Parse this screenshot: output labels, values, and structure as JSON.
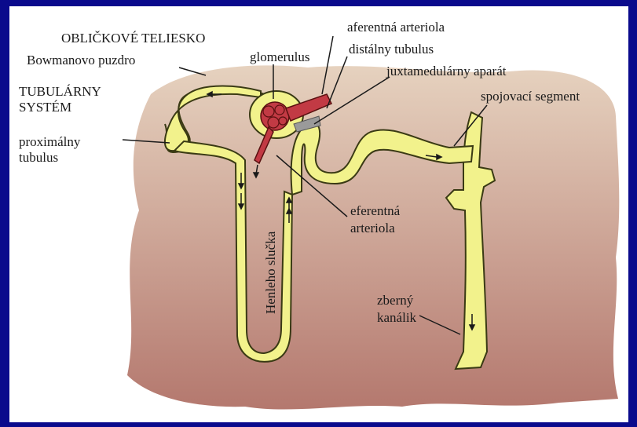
{
  "labels": {
    "obl_teliesko": "OBLIČKOVÉ TELIESKO",
    "aferentna": "aferentná arteriola",
    "bowman": "Bowmanovo puzdro",
    "glomerulus": "glomerulus",
    "distalny": "distálny tubulus",
    "juxta": "juxtamedulárny aparát",
    "tub_line1": "TUBULÁRNY",
    "tub_line2": "SYSTÉM",
    "spojovaci": "spojovací segment",
    "prox_line1": "proximálny",
    "prox_line2": "tubulus",
    "eferentna_line1": "eferentná",
    "eferentna_line2": "arteriola",
    "henle": "Henleho slučka",
    "zberny_line1": "zberný",
    "zberny_line2": "kanálik"
  },
  "colors": {
    "background_border": "#0a0a8c",
    "tissue_top": "#e6d2bf",
    "tissue_bottom": "#b4786e",
    "tubule_fill": "#f2f28c",
    "tubule_outline": "#3a3a14",
    "arteriole": "#c23a44"
  }
}
